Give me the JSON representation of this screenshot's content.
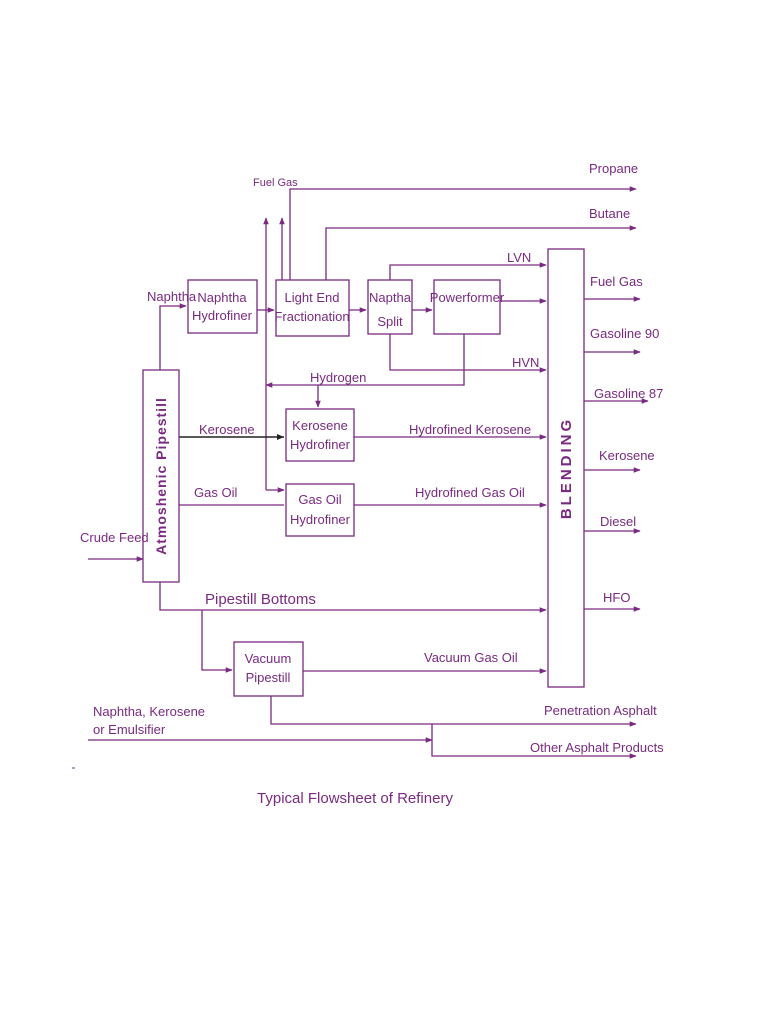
{
  "colors": {
    "line": "#7a2a82",
    "text": "#7a2a82",
    "kerosene_line": "#222222",
    "background": "#ffffff"
  },
  "caption": "Typical Flowsheet of Refinery",
  "units": {
    "atmospheric_pipestill": "Atmoshenic Pipestill",
    "naphtha_hydrofiner": [
      "Naphtha",
      "Hydrofiner"
    ],
    "light_end_fractionation": [
      "Light End",
      "Fractionation"
    ],
    "naptha_split": [
      "Naptha",
      "Split"
    ],
    "powerformer": "Powerformer",
    "kerosene_hydrofiner": [
      "Kerosene",
      "Hydrofiner"
    ],
    "gas_oil_hydrofiner": [
      "Gas Oil",
      "Hydrofiner"
    ],
    "vacuum_pipestill": [
      "Vacuum",
      "Pipestill"
    ],
    "blending": "BLENDING"
  },
  "streams": {
    "crude_feed": "Crude Feed",
    "naphtha": "Naphtha",
    "fuel_gas_top": "Fuel Gas",
    "hydrogen": "Hydrogen",
    "kerosene": "Kerosene",
    "gas_oil": "Gas Oil",
    "lvn": "LVN",
    "hvn": "HVN",
    "hydrofined_kerosene": "Hydrofined Kerosene",
    "hydrofined_gas_oil": "Hydrofined Gas Oil",
    "pipestill_bottoms": "Pipestill Bottoms",
    "vacuum_gas_oil": "Vacuum Gas Oil",
    "asphalt_feed": [
      "Naphtha, Kerosene",
      "or Emulsifier"
    ]
  },
  "products": {
    "propane": "Propane",
    "butane": "Butane",
    "fuel_gas": "Fuel Gas",
    "gasoline_90": "Gasoline 90",
    "gasoline_87": "Gasoline 87",
    "kerosene": "Kerosene",
    "diesel": "Diesel",
    "hfo": "HFO",
    "penetration_asphalt": "Penetration Asphalt",
    "other_asphalt_products": "Other Asphalt Products"
  }
}
